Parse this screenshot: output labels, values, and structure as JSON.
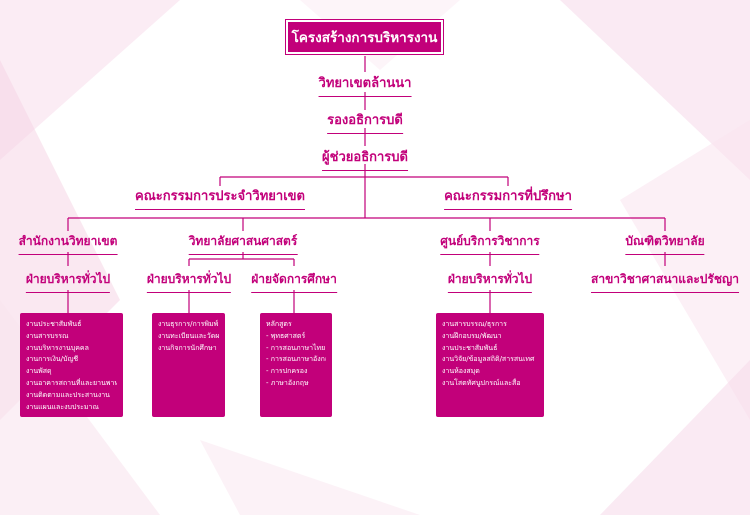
{
  "title": "โครงสร้างการบริหารงาน",
  "nodes": {
    "campus": "วิทยาเขตล้านนา",
    "vice_rector": "รองอธิการบดี",
    "assistant_rector": "ผู้ช่วยอธิการบดี",
    "campus_committee": "คณะกรรมการประจำวิทยาเขต",
    "advisory_committee": "คณะกรรมการที่ปรึกษา",
    "campus_office": "สำนักงานวิทยาเขต",
    "college_religion": "วิทยาลัยศาสนศาสตร์",
    "academic_center": "ศูนย์บริการวิชาการ",
    "graduate_school": "บัณฑิตวิทยาลัย",
    "office_general_admin": "ฝ่ายบริหารทั่วไป",
    "college_general_admin": "ฝ่ายบริหารทั่วไป",
    "college_education_mgmt": "ฝ่ายจัดการศึกษา",
    "center_general_admin": "ฝ่ายบริหารทั่วไป",
    "grad_program": "สาขาวิชาศาสนาและปรัชญา"
  },
  "boxes": {
    "office": [
      "งานประชาสัมพันธ์",
      "งานสารบรรณ",
      "งานบริหารงานบุคคล",
      "งานการเงิน/บัญชี",
      "งานพัสดุ",
      "งานอาคารสถานที่และยานพาหนะ",
      "งานติดตามและประสานงาน",
      "งานแผนและงบประมาณ"
    ],
    "college_admin": [
      "งานธุรการ/การพิมพ์",
      "งานทะเบียนและวัดผล",
      "งานกิจการนักศึกษา"
    ],
    "college_education": [
      "หลักสูตร",
      "- พุทธศาสตร์",
      "- การสอนภาษาไทย",
      "- การสอนภาษาอังกฤษ",
      "- การปกครอง",
      "- ภาษาอังกฤษ"
    ],
    "center_admin": [
      "งานสารบรรณ/ธุรการ",
      "งานฝึกอบรม/พัฒนา",
      "งานประชาสัมพันธ์",
      "งานวิจัย/ข้อมูลสถิติ/สารสนเทศ",
      "งานห้องสมุด",
      "งานโสตทัศนูปกรณ์และสื่อ"
    ]
  },
  "colors": {
    "accent": "#c2007a",
    "background": "#ffffff"
  }
}
